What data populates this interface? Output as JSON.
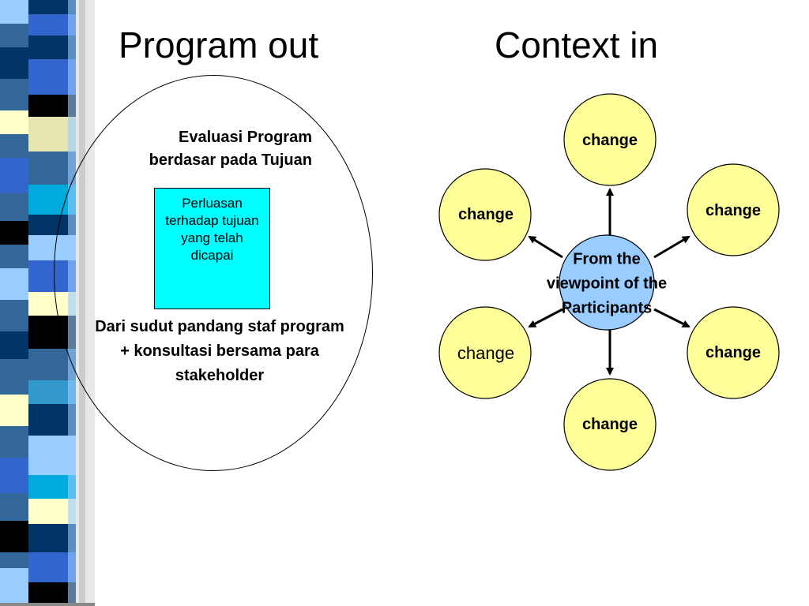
{
  "titles": {
    "left": "Program out",
    "right": "Context in"
  },
  "left_panel": {
    "heading_line1": "Evaluasi Program",
    "heading_line2": "berdasar pada Tujuan",
    "box_text": "Perluasan terhadap tujuan yang telah dicapai",
    "footer_text": "Dari sudut pandang staf program + konsultasi bersama para stakeholder"
  },
  "right_diagram": {
    "center_label": "From the viewpoint of the Participants",
    "nodes": {
      "top": "change",
      "upper_left": "change",
      "upper_right": "change",
      "lower_left": "change",
      "lower_right": "change",
      "bottom": "change"
    }
  },
  "colors": {
    "node_fill": "#ffff99",
    "center_fill": "#99ccff",
    "box_fill": "#00ffff",
    "stripe_dark": "#003366",
    "stripe_blue": "#3366cc",
    "stripe_light": "#99ccff",
    "stripe_cream": "#ffffcc"
  }
}
